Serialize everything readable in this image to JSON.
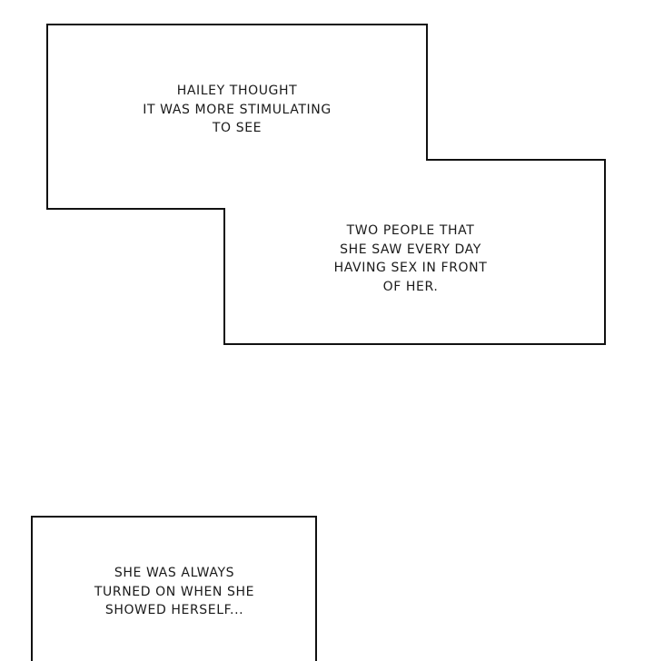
{
  "page": {
    "type": "comic-page",
    "background_color": "#ffffff",
    "border_color": "#111111"
  },
  "captions": [
    {
      "id": "caption-1",
      "lines": [
        "HAILEY THOUGHT",
        "IT WAS MORE STIMULATING",
        "TO SEE"
      ]
    },
    {
      "id": "caption-2",
      "lines": [
        "TWO PEOPLE THAT",
        "SHE SAW EVERY DAY",
        "HAVING SEX IN FRONT",
        "OF HER."
      ]
    },
    {
      "id": "caption-3",
      "lines": [
        "SHE WAS ALWAYS",
        "TURNED ON WHEN SHE",
        "SHOWED HERSELF..."
      ]
    }
  ]
}
